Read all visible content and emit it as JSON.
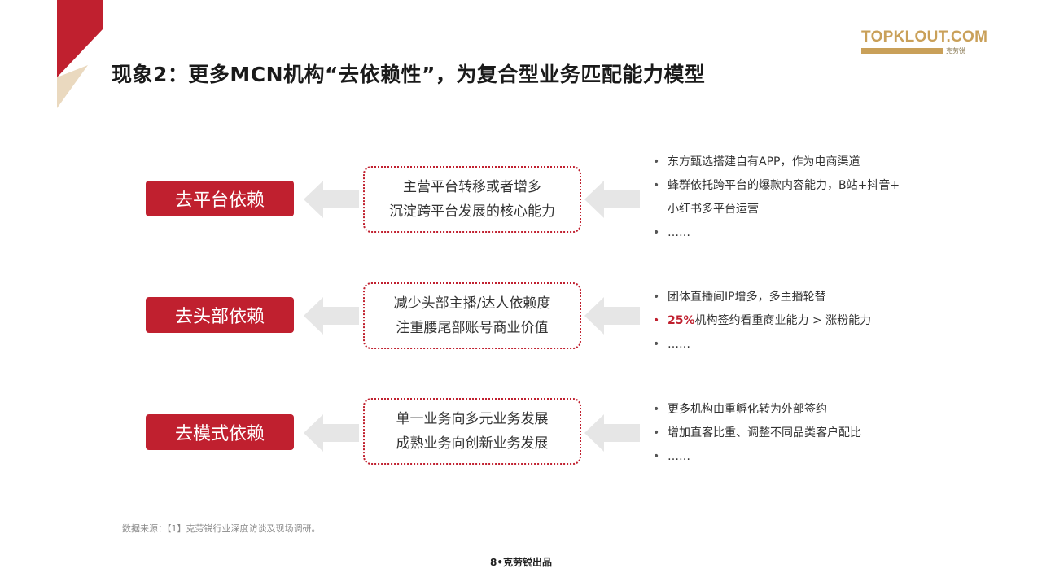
{
  "header": {
    "title": "现象2：更多MCN机构“去依赖性”，为复合型业务匹配能力模型",
    "logo_text": "TOPKLOUT.COM",
    "logo_brand": "克劳锐"
  },
  "colors": {
    "accent": "#c0202f",
    "gold": "#c9a059",
    "arrow": "#e6e6e6"
  },
  "rows": [
    {
      "label": "去平台依赖",
      "box_line1": "主营平台转移或者增多",
      "box_line2": "沉淀跨平台发展的核心能力",
      "bullet1": "东方甄选搭建自有APP，作为电商渠道",
      "bullet2": "蜂群依托跨平台的爆款内容能力，B站+抖音+",
      "bullet2_cont": "小红书多平台运营",
      "bullet3": "……"
    },
    {
      "label": "去头部依赖",
      "box_line1": "减少头部主播/达人依赖度",
      "box_line2": "注重腰尾部账号商业价值",
      "bullet1": "团体直播间IP增多，多主播轮替",
      "bullet2_highlight": "25%",
      "bullet2_rest": "机构签约看重商业能力 > 涨粉能力",
      "bullet3": "……"
    },
    {
      "label": "去模式依赖",
      "box_line1": "单一业务向多元业务发展",
      "box_line2": "成熟业务向创新业务发展",
      "bullet1": "更多机构由重孵化转为外部签约",
      "bullet2": "增加直客比重、调整不同品类客户配比",
      "bullet3": "……"
    }
  ],
  "source": "数据来源：【1】克劳锐行业深度访谈及现场调研。",
  "footer": "8•克劳锐出品"
}
